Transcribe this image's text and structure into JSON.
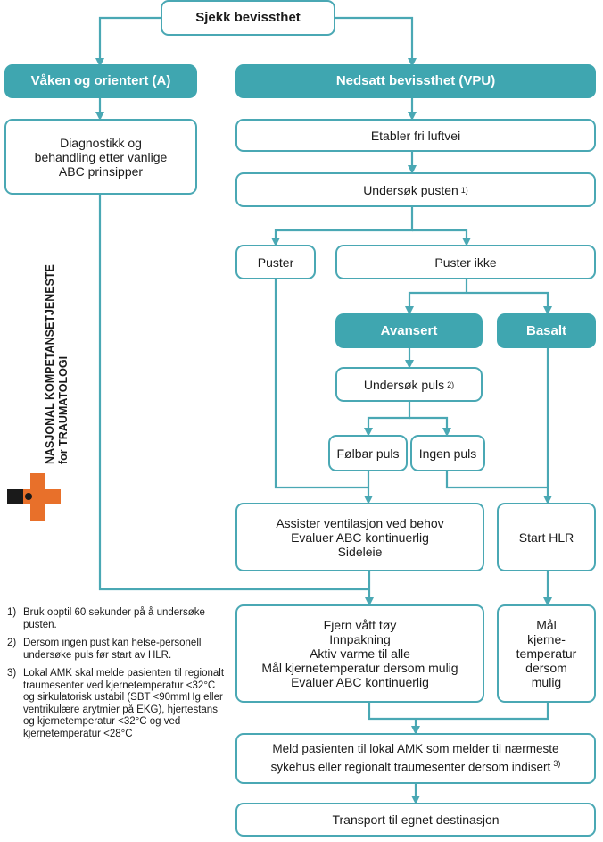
{
  "flow": {
    "check": "Sjekk bevissthet",
    "awake": "Våken og orientert (A)",
    "reduced": "Nedsatt bevissthet (VPU)",
    "diag": [
      "Diagnostikk og",
      "behandling etter vanlige",
      "ABC prinsipper"
    ],
    "airway": "Etabler fri luftvei",
    "breath_check": "Undersøk pusten",
    "breath_ref": "1)",
    "breathing": "Puster",
    "not_breathing": "Puster ikke",
    "advanced": "Avansert",
    "basic": "Basalt",
    "pulse_check": "Undersøk puls",
    "pulse_ref": "2)",
    "pulse_yes": "Følbar puls",
    "pulse_no": "Ingen puls",
    "assist": [
      "Assister ventilasjon ved behov",
      "Evaluer ABC kontinuerlig",
      "Sideleie"
    ],
    "hlr": "Start HLR",
    "warm": [
      "Fjern vått tøy",
      "Innpakning",
      "Aktiv varme til alle",
      "Mål kjernetemperatur dersom mulig",
      "Evaluer ABC kontinuerlig"
    ],
    "measure": [
      "Mål",
      "kjerne-",
      "temperatur",
      "dersom",
      "mulig"
    ],
    "notify": [
      "Meld pasienten til lokal AMK som melder til nærmeste",
      "sykehus eller regionalt traumesenter dersom indisert"
    ],
    "notify_ref": "3)",
    "transport": "Transport til egnet destinasjon"
  },
  "logo": {
    "line1": "NASJONAL KOMPETANSETJENESTE",
    "line2": "for TRAUMATOLOGI",
    "colors": {
      "orange": "#e8702a",
      "black": "#1a1a1a"
    }
  },
  "notes": [
    {
      "num": "1)",
      "text": "Bruk opptil 60 sekunder på å undersøke pusten."
    },
    {
      "num": "2)",
      "text": "Dersom ingen pust kan helse-personell undersøke puls før start av HLR."
    },
    {
      "num": "3)",
      "text": "Lokal AMK skal melde pasienten til regionalt traumesenter ved kjernetemperatur <32°C og sirkulatorisk ustabil (SBT <90mmHg eller ventrikulære arytmier på EKG), hjertestans og kjernetemperatur <32°C og ved kjernetemperatur <28°C"
    }
  ],
  "colors": {
    "teal": "#3fa6b0",
    "border": "#4aa8b4"
  }
}
